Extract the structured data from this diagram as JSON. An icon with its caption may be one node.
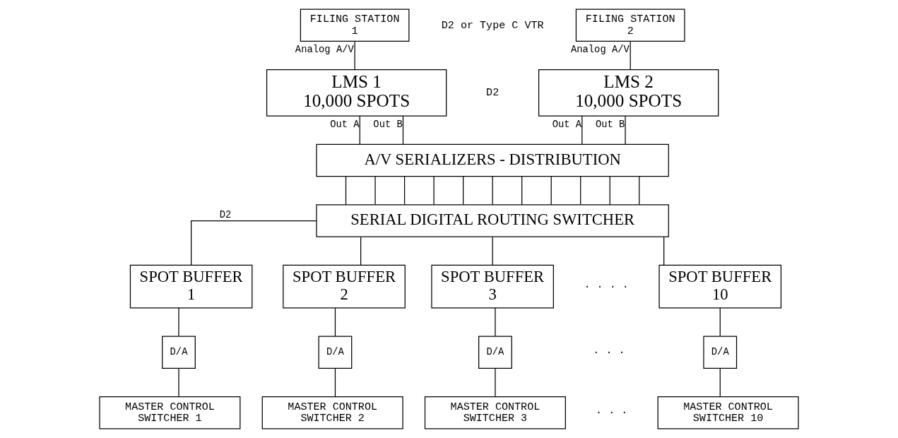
{
  "diagram": {
    "nodes": [
      {
        "text": [
          "FILING STATION 1"
        ]
      },
      {
        "text": [
          "FILING STATION 2"
        ]
      },
      {
        "text": [
          "LMS 1 10,000 SPOTS"
        ]
      },
      {
        "text": [
          "LMS 2 10,000 SPOTS"
        ]
      },
      {
        "text": [
          "A/V SERIALIZERS - DISTRIBUTION"
        ]
      },
      {
        "text": [
          "SERIAL DIGITAL ROUTING SWITCHER"
        ]
      },
      {
        "text": [
          "SPOT BUFFER 1"
        ]
      },
      {
        "text": [
          "SPOT BUFFER 2"
        ]
      },
      {
        "text": [
          "SPOT BUFFER 3"
        ]
      },
      {
        "text": [
          "SPOT BUFFER 10"
        ]
      },
      {
        "text": [
          "D/A"
        ]
      },
      {
        "text": [
          "D/A"
        ]
      },
      {
        "text": [
          "D/A"
        ]
      },
      {
        "text": [
          "D/A"
        ]
      },
      {
        "text": [
          "MASTER CONTROL SWITCHER 1"
        ]
      },
      {
        "text": [
          "MASTER CONTROL SWITCHER 2"
        ]
      },
      {
        "text": [
          "MASTER CONTROL SWITCHER 3"
        ]
      },
      {
        "text": [
          "MASTER CONTROL SWITCHER 10"
        ]
      }
    ],
    "edges": [
      {
        "from": 0,
        "to": 2,
        "arrow": "none",
        "label": "Analog A/V"
      },
      {
        "from": 1,
        "to": 3,
        "arrow": "none",
        "label": "Analog A/V"
      },
      {
        "from": 2,
        "to": 4,
        "arrow": "none",
        "label": "Out A"
      },
      {
        "from": 2,
        "to": 4,
        "arrow": "none",
        "label": "Out B"
      },
      {
        "from": 3,
        "to": 4,
        "arrow": "none",
        "label": "Out A"
      },
      {
        "from": 3,
        "to": 4,
        "arrow": "none",
        "label": "Out B"
      },
      {
        "from": 4,
        "to": 5,
        "arrow": "none"
      },
      {
        "from": 4,
        "to": 5,
        "arrow": "none"
      },
      {
        "from": 4,
        "to": 5,
        "arrow": "none"
      },
      {
        "from": 4,
        "to": 5,
        "arrow": "none"
      },
      {
        "from": 4,
        "to": 5,
        "arrow": "none"
      },
      {
        "from": 4,
        "to": 5,
        "arrow": "none"
      },
      {
        "from": 4,
        "to": 5,
        "arrow": "none"
      },
      {
        "from": 4,
        "to": 5,
        "arrow": "none"
      },
      {
        "from": 4,
        "to": 5,
        "arrow": "none"
      },
      {
        "from": 4,
        "to": 5,
        "arrow": "none"
      },
      {
        "from": 4,
        "to": 5,
        "arrow": "none"
      },
      {
        "from": 5,
        "to": 6,
        "arrow": "none",
        "label": "D2"
      },
      {
        "from": 5,
        "to": 7,
        "arrow": "none"
      },
      {
        "from": 5,
        "to": 8,
        "arrow": "none"
      },
      {
        "from": 5,
        "to": 9,
        "arrow": "none"
      },
      {
        "from": 6,
        "to": 10,
        "arrow": "none"
      },
      {
        "from": 7,
        "to": 11,
        "arrow": "none"
      },
      {
        "from": 8,
        "to": 12,
        "arrow": "none"
      },
      {
        "from": 9,
        "to": 13,
        "arrow": "none"
      },
      {
        "from": 10,
        "to": 14,
        "arrow": "none"
      },
      {
        "from": 11,
        "to": 15,
        "arrow": "none"
      },
      {
        "from": 12,
        "to": 16,
        "arrow": "none"
      },
      {
        "from": 13,
        "to": 17,
        "arrow": "none"
      }
    ],
    "labels": [
      "D2 or Type C VTR",
      "D2",
      "· · · ·",
      "· · ·",
      "· · ·"
    ]
  }
}
